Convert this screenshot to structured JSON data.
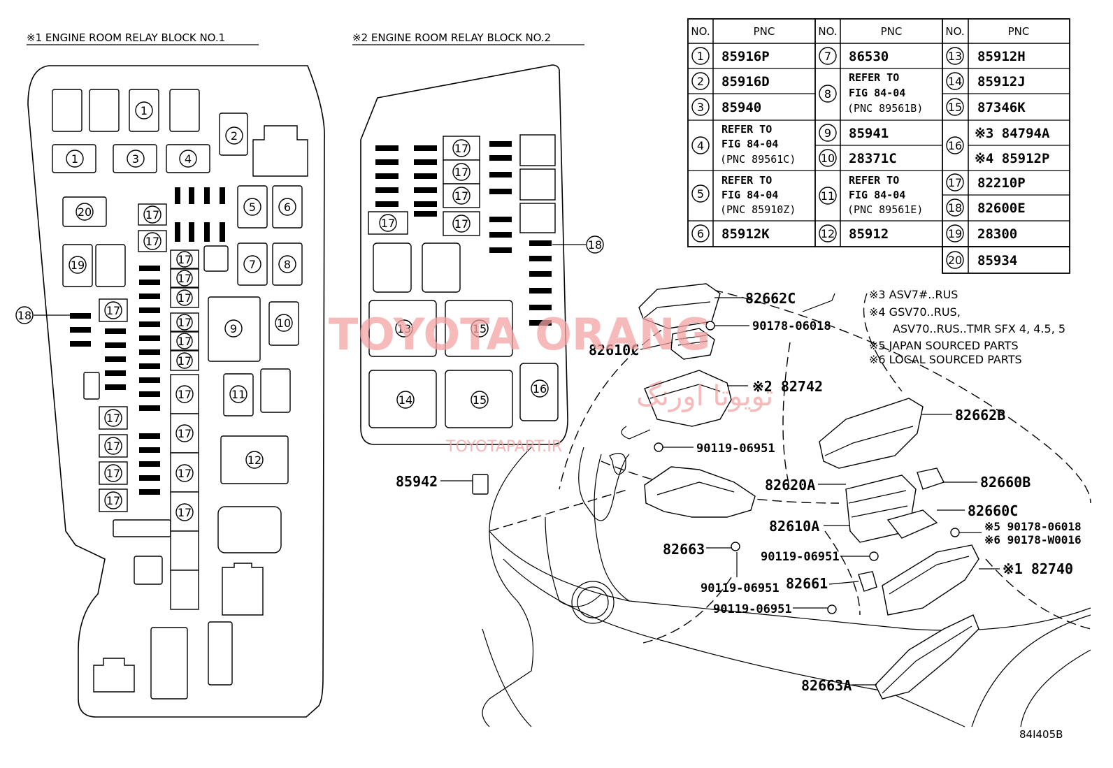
{
  "titles": {
    "block1": "※1 ENGINE ROOM RELAY BLOCK NO.1",
    "block2": "※2 ENGINE ROOM RELAY BLOCK NO.2"
  },
  "table": {
    "header": {
      "no": "NO.",
      "pnc": "PNC"
    },
    "col1": [
      {
        "no": "1",
        "pnc": [
          "85916P"
        ]
      },
      {
        "no": "2",
        "pnc": [
          "85916D"
        ]
      },
      {
        "no": "3",
        "pnc": [
          "85940"
        ]
      },
      {
        "no": "4",
        "pnc": [
          "REFER TO",
          "FIG 84-04",
          "(PNC 89561C)"
        ]
      },
      {
        "no": "5",
        "pnc": [
          "REFER TO",
          "FIG 84-04",
          "(PNC 85910Z)"
        ]
      },
      {
        "no": "6",
        "pnc": [
          "85912K"
        ]
      }
    ],
    "col2": [
      {
        "no": "7",
        "pnc": [
          "86530"
        ]
      },
      {
        "no": "8",
        "pnc": [
          "REFER TO",
          "FIG 84-04",
          "(PNC 89561B)"
        ]
      },
      {
        "no": "9",
        "pnc": [
          "85941"
        ]
      },
      {
        "no": "10",
        "pnc": [
          "28371C"
        ]
      },
      {
        "no": "11",
        "pnc": [
          "REFER TO",
          "FIG 84-04",
          "(PNC 89561E)"
        ]
      },
      {
        "no": "12",
        "pnc": [
          "85912"
        ]
      }
    ],
    "col3": [
      {
        "no": "13",
        "pnc": [
          "85912H"
        ]
      },
      {
        "no": "14",
        "pnc": [
          "85912J"
        ]
      },
      {
        "no": "15",
        "pnc": [
          "87346K"
        ]
      },
      {
        "no": "16",
        "pnc": [
          "※3 84794A",
          "※4 85912P"
        ]
      },
      {
        "no": "17",
        "pnc": [
          "82210P"
        ]
      },
      {
        "no": "18",
        "pnc": [
          "82600E"
        ]
      },
      {
        "no": "19",
        "pnc": [
          "28300"
        ]
      },
      {
        "no": "20",
        "pnc": [
          "85934"
        ]
      }
    ]
  },
  "notes": [
    "※3 ASV7#..RUS",
    "※4 GSV70..RUS,",
    "ASV70..RUS..TMR SFX 4, 4.5, 5",
    "※5 JAPAN SOURCED PARTS",
    "※6 LOCAL SOURCED PARTS"
  ],
  "callouts": {
    "p82662C": "82662C",
    "p90178_06018a": "90178-06018",
    "p82610C": "82610C",
    "p82742": "※2 82742",
    "p90119_06951a": "90119-06951",
    "p85942": "85942",
    "p82662B": "82662B",
    "p82660B": "82660B",
    "p82620A": "82620A",
    "p82660C": "82660C",
    "p82610A": "82610A",
    "p90178_06018b": "※5 90178-06018",
    "p90178_W0016": "※6 90178-W0016",
    "p82663": "82663",
    "p90119_06951b": "90119-06951",
    "p82740": "※1 82740",
    "p90119_06951c": "90119-06951",
    "p82661": "82661",
    "p90119_06951d": "90119-06951",
    "p82663A": "82663A"
  },
  "block_labels": {
    "b1": [
      "1",
      "1",
      "3",
      "4",
      "2",
      "20",
      "17",
      "17",
      "5",
      "6",
      "19",
      "17",
      "17",
      "17",
      "7",
      "8",
      "9",
      "10",
      "17",
      "17",
      "17",
      "18",
      "17",
      "17",
      "11",
      "17",
      "17",
      "17",
      "17",
      "12",
      "17",
      "17"
    ],
    "b2": [
      "17",
      "17",
      "17",
      "17",
      "17",
      "18",
      "13",
      "15",
      "14",
      "15",
      "16"
    ]
  },
  "watermark": {
    "brand": "TOYOTA ORANG",
    "farsi": "تویوتا اورنگ",
    "site": "TOYOTAPART.IR"
  },
  "figure_id": "84I405B"
}
